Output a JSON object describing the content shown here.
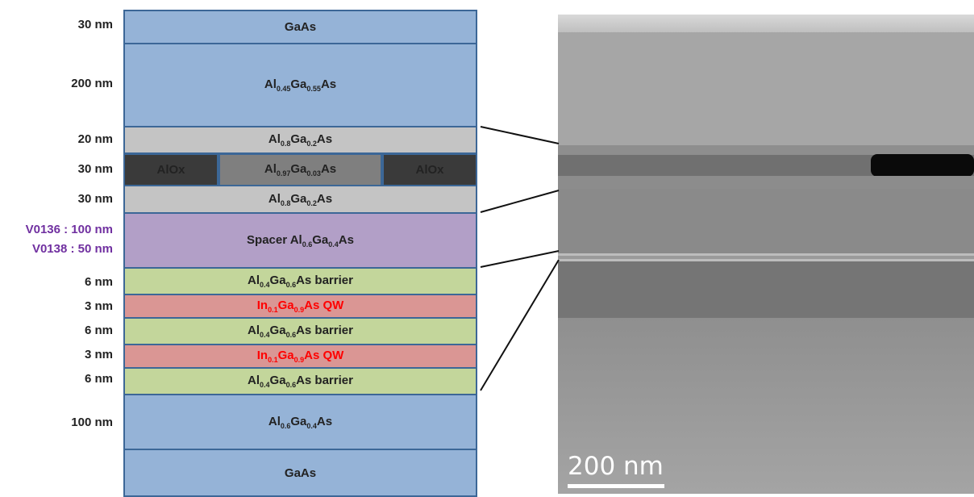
{
  "thicknesses": {
    "gaas_cap": "30 nm",
    "algaas_45": "200 nm",
    "algaas_8_top": "20 nm",
    "oxide": "30 nm",
    "algaas_8_bottom": "30 nm",
    "spacer_v0136": "V0136 : 100 nm",
    "spacer_v0138": "V0138 : 50 nm",
    "barrier1": "6 nm",
    "qw1": "3 nm",
    "barrier2": "6 nm",
    "qw2": "3 nm",
    "barrier3": "6 nm",
    "algaas_6_bottom": "100 nm"
  },
  "layers": {
    "gaas_cap": "GaAs",
    "al45": {
      "a": "Al",
      "a_sub": "0.45",
      "b": "Ga",
      "b_sub": "0.55",
      "c": "As"
    },
    "al8_top": {
      "a": "Al",
      "a_sub": "0.8",
      "b": "Ga",
      "b_sub": "0.2",
      "c": "As"
    },
    "alox_left": "AlOx",
    "al97": {
      "a": "Al",
      "a_sub": "0.97",
      "b": "Ga",
      "b_sub": "0.03",
      "c": "As"
    },
    "alox_right": "AlOx",
    "al8_bottom": {
      "a": "Al",
      "a_sub": "0.8",
      "b": "Ga",
      "b_sub": "0.2",
      "c": "As"
    },
    "spacer": {
      "prefix": "Spacer Al",
      "a_sub": "0.6",
      "b": "Ga",
      "b_sub": "0.4",
      "c": "As"
    },
    "barrier": {
      "a": "Al",
      "a_sub": "0.4",
      "b": "Ga",
      "b_sub": "0.6",
      "c": "As barrier"
    },
    "qw": {
      "a": "In",
      "a_sub": "0.1",
      "b": "Ga",
      "b_sub": "0.9",
      "c": "As QW"
    },
    "al6_bottom": {
      "a": "Al",
      "a_sub": "0.6",
      "b": "Ga",
      "b_sub": "0.4",
      "c": "As"
    },
    "gaas_substrate": "GaAs"
  },
  "scale_bar": "200 nm",
  "colors": {
    "gaas_algaas": "#95b3d7",
    "algaas_high": "#c4c4c4",
    "alox": "#3a3a3a",
    "al97": "#7f7f7f",
    "spacer": "#b29fc7",
    "barrier": "#c3d69b",
    "qw": "#da9694",
    "qw_text": "#ff0000",
    "spacer_thickness_text": "#7030a0",
    "border": "#3c6797"
  }
}
